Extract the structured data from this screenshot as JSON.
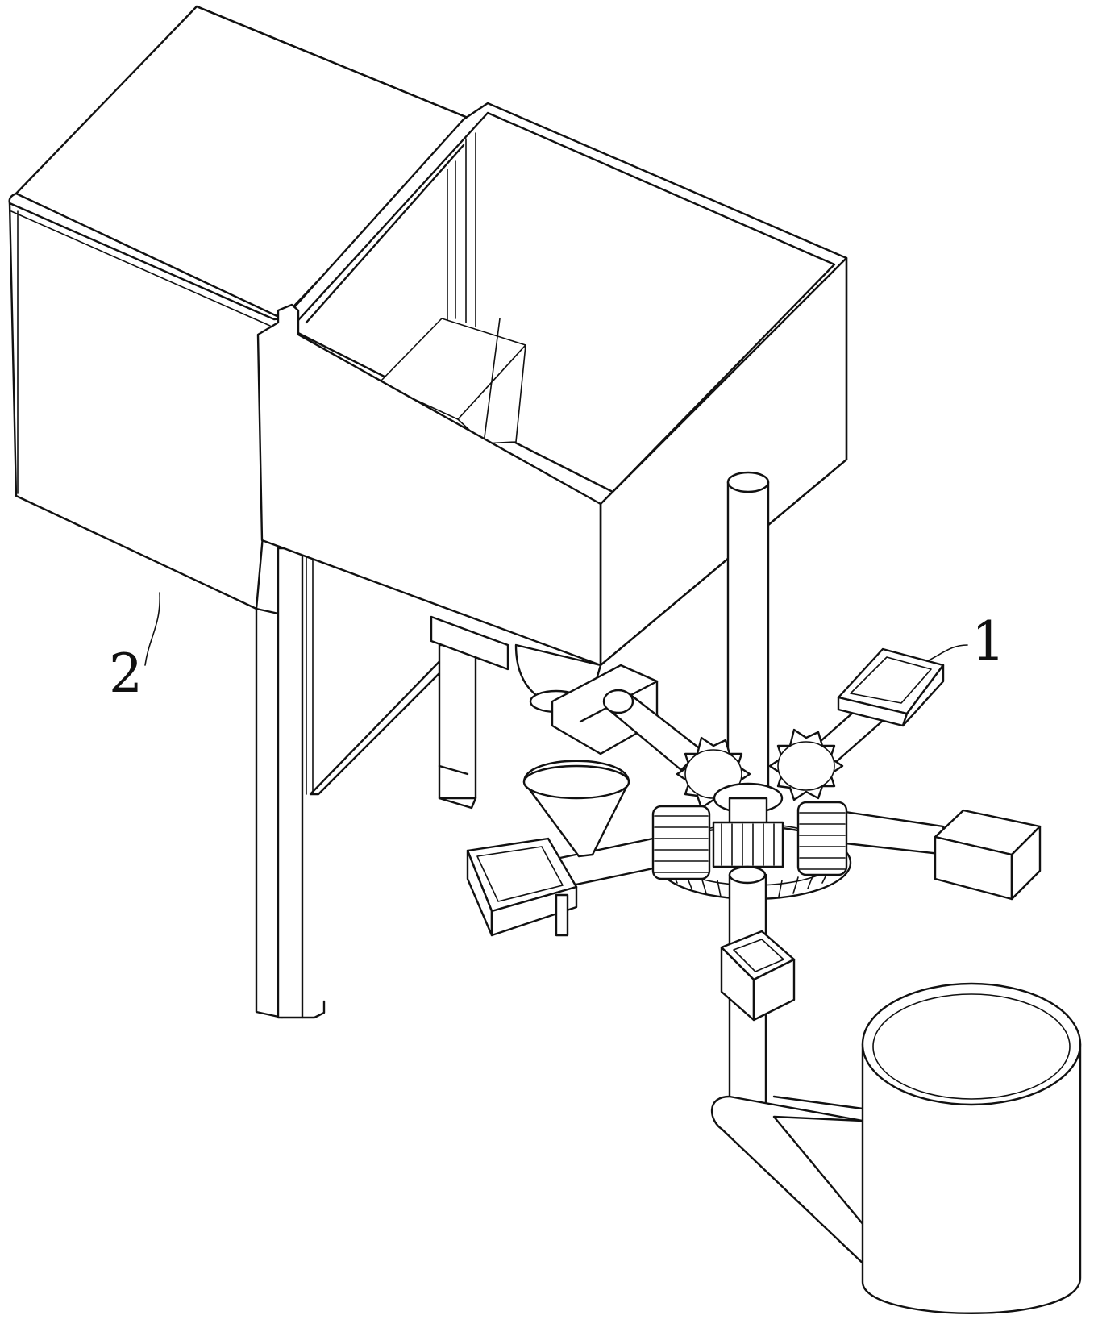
{
  "figure": {
    "labels": [
      {
        "id": "ref-1",
        "text": "1"
      },
      {
        "id": "ref-2",
        "text": "2"
      }
    ]
  }
}
